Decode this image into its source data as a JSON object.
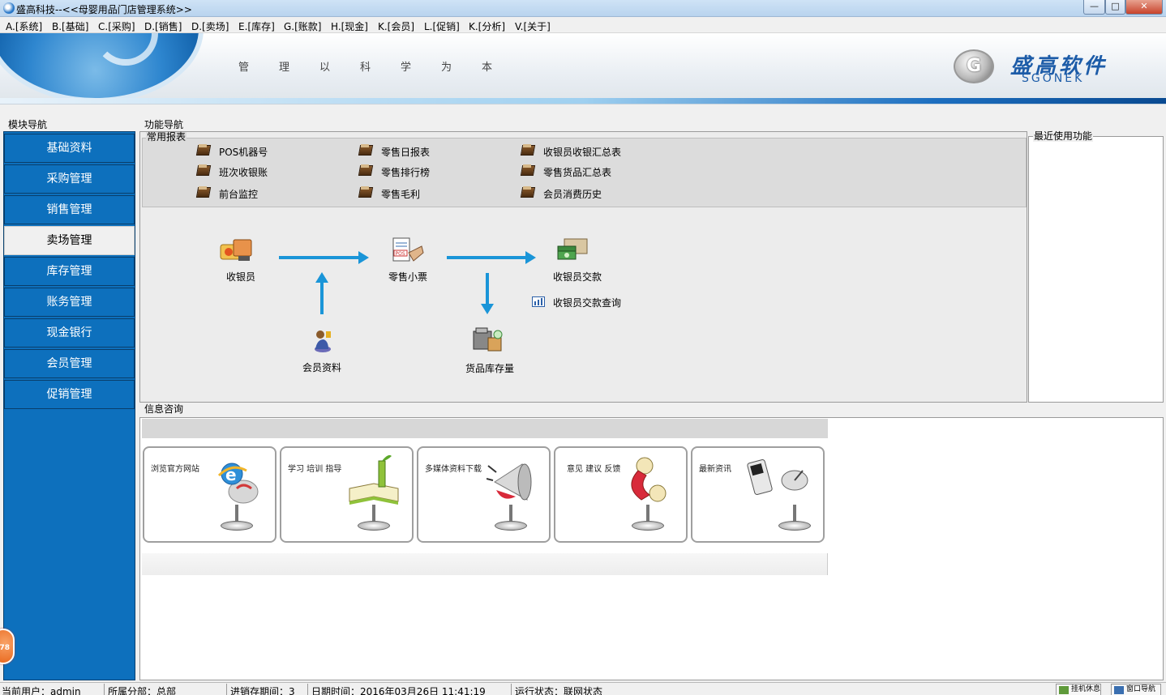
{
  "window": {
    "title": "盛高科技--<<母婴用品门店管理系统>>",
    "min_label": "—",
    "max_label": "□",
    "close_label": "✕"
  },
  "menu": [
    "A.[系统]",
    "B.[基础]",
    "C.[采购]",
    "D.[销售]",
    "D.[卖场]",
    "E.[库存]",
    "G.[账款]",
    "H.[现金]",
    "K.[会员]",
    "L.[促销]",
    "K.[分析]",
    "V.[关于]"
  ],
  "banner": {
    "slogan": "管理以科学为本",
    "logo_letter": "G",
    "logo_cn": "盛高软件",
    "logo_en": "SGONEK"
  },
  "sidebar": {
    "title": "模块导航",
    "items": [
      "基础资料",
      "采购管理",
      "销售管理",
      "卖场管理",
      "库存管理",
      "账务管理",
      "现金银行",
      "会员管理",
      "促销管理"
    ],
    "active_index": 3
  },
  "function_nav": {
    "title": "功能导航",
    "reports_title": "常用报表",
    "reports": [
      [
        "POS机器号",
        "零售日报表",
        "收银员收银汇总表"
      ],
      [
        "班次收银账",
        "零售排行榜",
        "零售货品汇总表"
      ],
      [
        "前台监控",
        "零售毛利",
        "会员消费历史"
      ]
    ],
    "flow": {
      "cashier": "收银员",
      "receipt": "零售小票",
      "handover": "收银员交款",
      "handover_query": "收银员交款查询",
      "member": "会员资料",
      "stock": "货品库存量"
    }
  },
  "recent": {
    "title": "最近使用功能"
  },
  "info": {
    "title": "信息咨询",
    "cards": [
      "浏览官方网站",
      "学习 培训 指导",
      "多媒体资料下载",
      "意见 建议 反馈",
      "最新资讯"
    ]
  },
  "badge": "78",
  "status": {
    "user": "当前用户：admin",
    "branch": "所属分部：总部",
    "period": "进销存期间：3",
    "datetime": "日期时间：2016年03月26日 11:41:19",
    "state": "运行状态：联网状态",
    "btn1": "挂机休息",
    "btn2": "窗口导航"
  },
  "colors": {
    "sidebar_blue": "#0d70bd",
    "arrow_blue": "#1a95d8"
  }
}
